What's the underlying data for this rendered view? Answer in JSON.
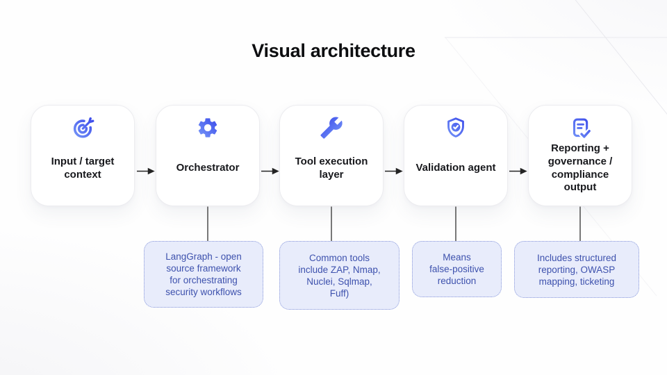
{
  "title": "Visual architecture",
  "colors": {
    "icon_gradient_light": "#7FA2FA",
    "icon_gradient_dark": "#3340E8",
    "callout_bg": "#e8ecfb",
    "callout_border": "#8595da",
    "callout_text": "#3d51ad",
    "node_label_text": "#17181c",
    "connector_line": "#3f3f3f"
  },
  "nodes": [
    {
      "label": "Input / target\ncontext",
      "icon": "target-dart-icon"
    },
    {
      "label": "Orchestrator",
      "icon": "gear-icon"
    },
    {
      "label": "Tool execution\nlayer",
      "icon": "wrench-icon"
    },
    {
      "label": "Validation agent",
      "icon": "shield-check-icon"
    },
    {
      "label": "Reporting +\ngovernance /\ncompliance\noutput",
      "icon": "document-check-icon"
    }
  ],
  "callouts": [
    {
      "text": "LangGraph - open\nsource framework\nfor orchestrating\nsecurity workflows",
      "attached_to": "Orchestrator"
    },
    {
      "text": "Common tools\ninclude ZAP, Nmap,\nNuclei, Sqlmap,\nFuff)",
      "attached_to": "Tool execution layer"
    },
    {
      "text": "Means\nfalse-positive\nreduction",
      "attached_to": "Validation agent"
    },
    {
      "text": "Includes structured\nreporting, OWASP\nmapping, ticketing",
      "attached_to": "Reporting + governance / compliance output"
    }
  ]
}
